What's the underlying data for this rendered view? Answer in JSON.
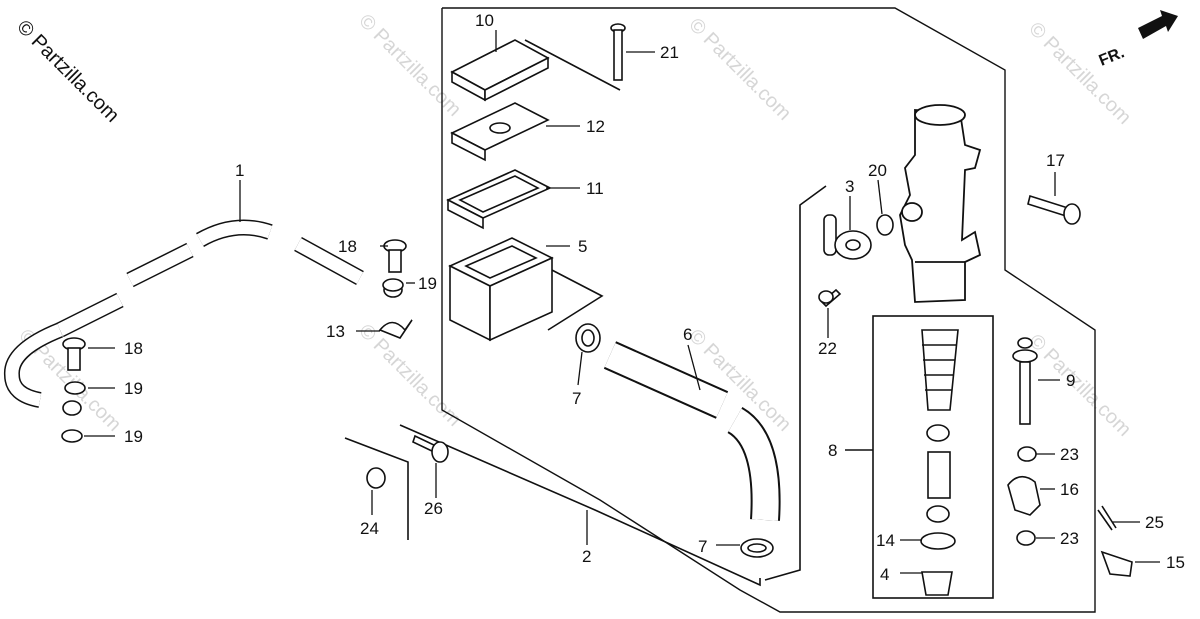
{
  "copyright": "© Partzilla.com",
  "watermark": "© Partzilla.com",
  "front_label": "FR.",
  "callouts": [
    "1",
    "2",
    "3",
    "4",
    "5",
    "6",
    "7",
    "7",
    "8",
    "9",
    "10",
    "11",
    "12",
    "13",
    "14",
    "15",
    "16",
    "17",
    "18",
    "18",
    "19",
    "19",
    "19",
    "20",
    "21",
    "22",
    "23",
    "23",
    "24",
    "25",
    "26"
  ],
  "colors": {
    "line": "#111111",
    "watermark": "#d6d6d6",
    "background": "#ffffff"
  }
}
